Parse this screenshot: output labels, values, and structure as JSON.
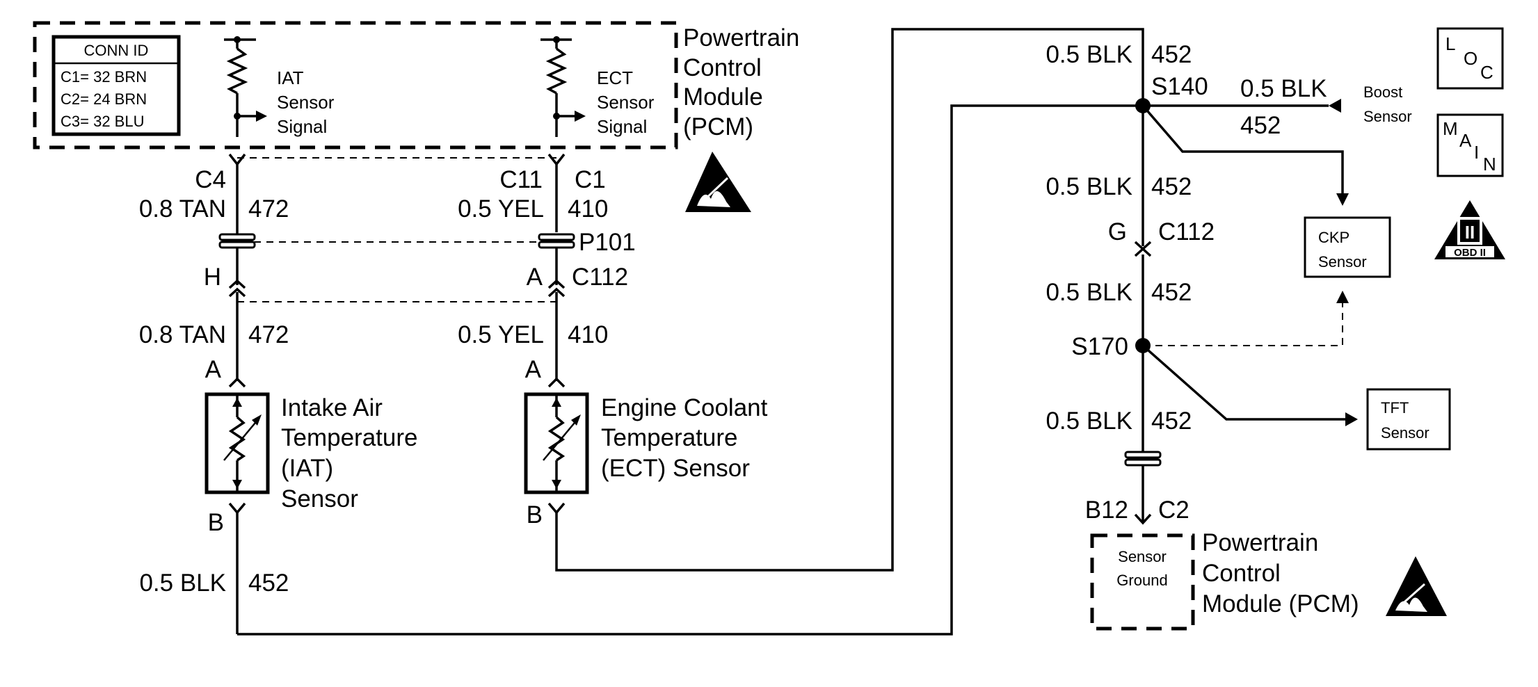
{
  "conn_id": {
    "title": "CONN ID",
    "rows": [
      "C1= 32 BRN",
      "C2= 24 BRN",
      "C3= 32 BLU"
    ]
  },
  "pcm_top": {
    "lines": [
      "Powertrain",
      "Control",
      "Module",
      "(PCM)"
    ],
    "iat_signal": [
      "IAT",
      "Sensor",
      "Signal"
    ],
    "ect_signal": [
      "ECT",
      "Sensor",
      "Signal"
    ]
  },
  "iat_circuit": {
    "pcm_pin": "C4",
    "wire_upper": "0.8 TAN",
    "circuit_upper": "472",
    "inline_pin": "H",
    "wire_lower": "0.8 TAN",
    "circuit_lower": "472",
    "sensor_pin_top": "A",
    "sensor_pin_bottom": "B",
    "sensor_lines": [
      "Intake Air",
      "Temperature",
      "(IAT)",
      "Sensor"
    ],
    "ground_wire": "0.5 BLK",
    "ground_circuit": "452"
  },
  "ect_circuit": {
    "pcm_pin": "C11",
    "pcm_conn": "C1",
    "wire_upper": "0.5 YEL",
    "circuit_upper": "410",
    "connector_upper": "P101",
    "inline_pin": "A",
    "connector_lower": "C112",
    "wire_lower": "0.5 YEL",
    "circuit_lower": "410",
    "sensor_pin_top": "A",
    "sensor_pin_bottom": "B",
    "sensor_lines": [
      "Engine Coolant",
      "Temperature",
      "(ECT) Sensor"
    ]
  },
  "ground_circuit": {
    "top_wire": "0.5 BLK",
    "top_circuit": "452",
    "splice_1": "S140",
    "boost_wire": "0.5 BLK",
    "boost_circuit": "452",
    "boost_label": [
      "Boost",
      "Sensor"
    ],
    "seg2_wire": "0.5 BLK",
    "seg2_circuit": "452",
    "conn_pin": "G",
    "conn_id": "C112",
    "seg3_wire": "0.5 BLK",
    "seg3_circuit": "452",
    "splice_2": "S170",
    "seg4_wire": "0.5 BLK",
    "seg4_circuit": "452",
    "pcm_pin": "B12",
    "pcm_conn": "C2",
    "ckp_label": [
      "CKP",
      "Sensor"
    ],
    "tft_label": [
      "TFT",
      "Sensor"
    ],
    "sensor_ground": [
      "Sensor",
      "Ground"
    ],
    "pcm_lines": [
      "Powertrain",
      "Control",
      "Module (PCM)"
    ]
  },
  "icons": {
    "loc": [
      "L",
      "O",
      "C"
    ],
    "main": [
      "M",
      "A",
      "I",
      "N"
    ],
    "obd": [
      "II",
      "OBD II"
    ]
  }
}
